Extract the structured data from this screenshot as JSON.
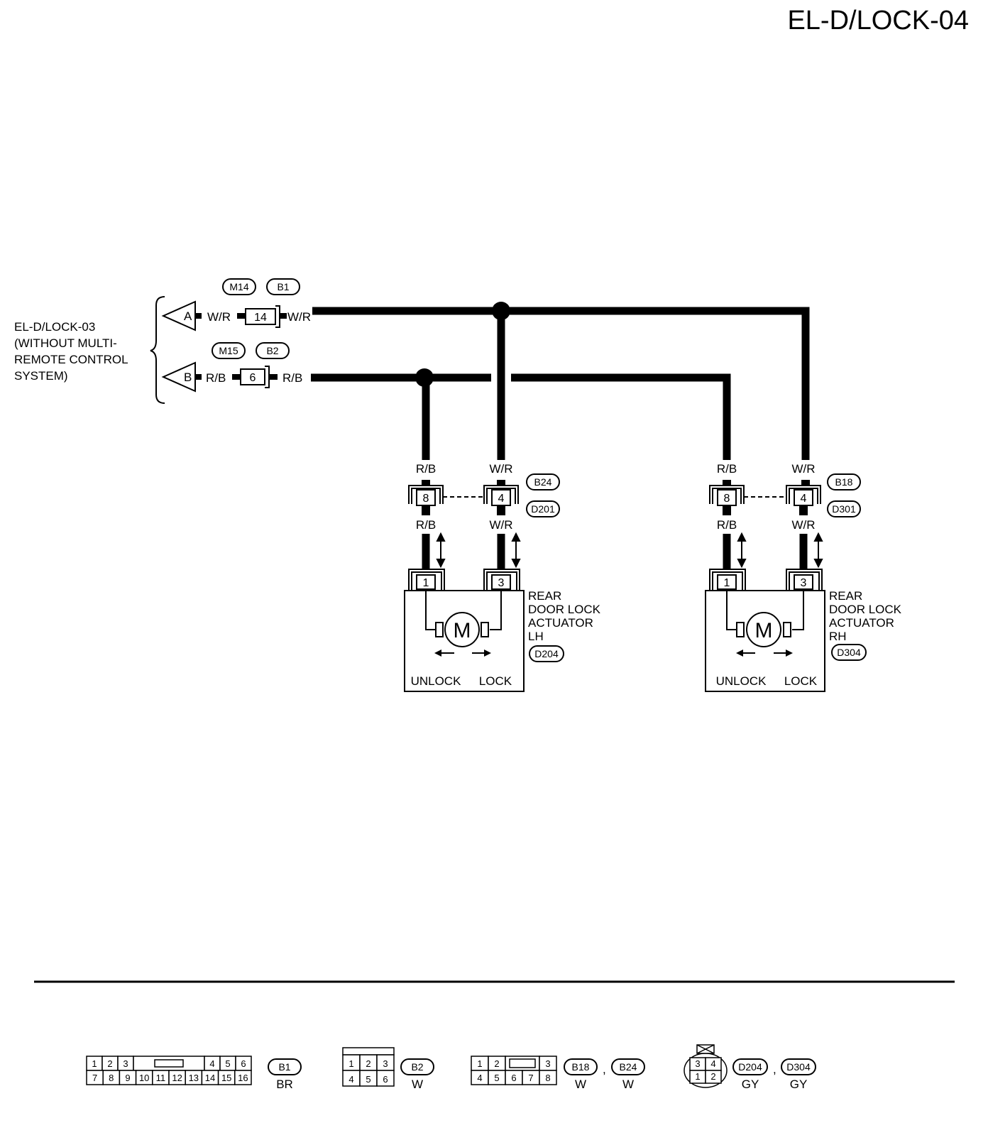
{
  "page_id": "EL-D/LOCK-04",
  "reference": {
    "lines": [
      "EL-D/LOCK-03",
      "(WITHOUT MULTI-",
      "REMOTE CONTROL",
      "SYSTEM)"
    ]
  },
  "connectors_in": [
    {
      "arrow": "A",
      "wire_left": "W/R",
      "pin": "14",
      "wire_right": "W/R",
      "refs": [
        "M14",
        "B1"
      ]
    },
    {
      "arrow": "B",
      "wire_left": "R/B",
      "pin": "6",
      "wire_right": "R/B",
      "refs": [
        "M15",
        "B2"
      ]
    }
  ],
  "lh_joint": {
    "rb_top": "R/B",
    "wr_top": "W/R",
    "pin_rb": "8",
    "pin_wr": "4",
    "rb_bot": "R/B",
    "wr_bot": "W/R",
    "refs": [
      "B24",
      "D201"
    ]
  },
  "rh_joint": {
    "rb_top": "R/B",
    "wr_top": "W/R",
    "pin_rb": "8",
    "pin_wr": "4",
    "rb_bot": "R/B",
    "wr_bot": "W/R",
    "refs": [
      "B18",
      "D301"
    ]
  },
  "actuator_lh": {
    "pin_a": "1",
    "pin_b": "3",
    "motor": "M",
    "unlock": "UNLOCK",
    "lock": "LOCK",
    "name_lines": [
      "REAR",
      "DOOR LOCK",
      "ACTUATOR",
      "LH"
    ],
    "ref": "D204"
  },
  "actuator_rh": {
    "pin_a": "1",
    "pin_b": "3",
    "motor": "M",
    "unlock": "UNLOCK",
    "lock": "LOCK",
    "name_lines": [
      "REAR",
      "DOOR LOCK",
      "ACTUATOR",
      "RH"
    ],
    "ref": "D304"
  },
  "connector_views": {
    "b1": {
      "top": [
        "1",
        "2",
        "3",
        "4",
        "5",
        "6"
      ],
      "bottom": [
        "7",
        "8",
        "9",
        "10",
        "11",
        "12",
        "13",
        "14",
        "15",
        "16"
      ],
      "ref": "B1",
      "color": "BR"
    },
    "b2": {
      "top": [
        "1",
        "2",
        "3"
      ],
      "bottom": [
        "4",
        "5",
        "6"
      ],
      "ref": "B2",
      "color": "W"
    },
    "b18": {
      "top": [
        "1",
        "2",
        "3"
      ],
      "bottom": [
        "4",
        "5",
        "6",
        "7",
        "8"
      ],
      "refs": [
        "B18",
        "B24"
      ],
      "colors": [
        "W",
        "W"
      ]
    },
    "d204": {
      "top": [
        "3",
        "4"
      ],
      "bottom": [
        "1",
        "2"
      ],
      "refs": [
        "D204",
        "D304"
      ],
      "colors": [
        "GY",
        "GY"
      ]
    }
  }
}
